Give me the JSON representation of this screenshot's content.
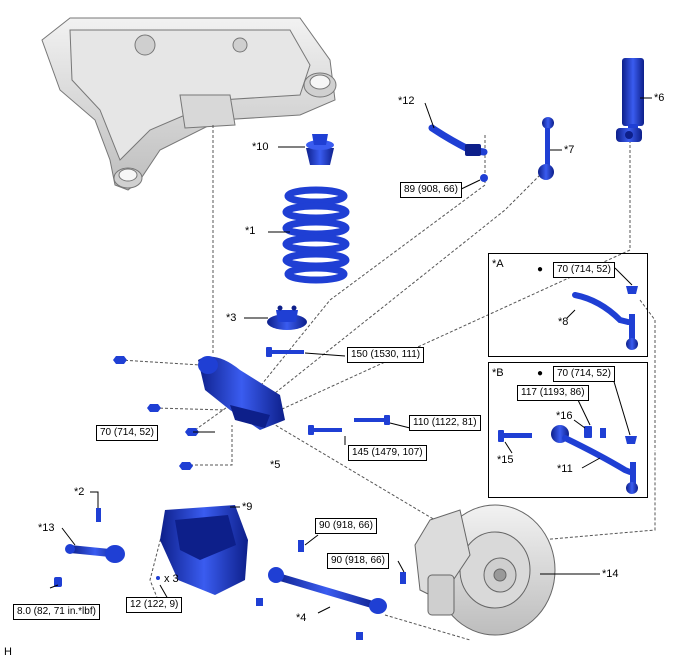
{
  "labels": {
    "p12": "*12",
    "p6": "*6",
    "p10": "*10",
    "p7": "*7",
    "p1": "*1",
    "p3": "*3",
    "p5": "*5",
    "p2": "*2",
    "p13": "*13",
    "p9": "*9",
    "p4": "*4",
    "p14": "*14",
    "pA": "*A",
    "pB": "*B",
    "p8": "*8",
    "p16": "*16",
    "p15": "*15",
    "p11": "*11",
    "x3": "x 3",
    "corner": "H"
  },
  "torques": {
    "t89": "89 (908, 66)",
    "tA70": "70 (714, 52)",
    "tB70": "70 (714, 52)",
    "tB117": "117 (1193, 86)",
    "t150": "150 (1530, 111)",
    "t110": "110 (1122, 81)",
    "t70": "70 (714, 52)",
    "t145": "145 (1479, 107)",
    "t90a": "90 (918, 66)",
    "t90b": "90 (918, 66)",
    "t8": "8.0 (82, 71 in.*lbf)",
    "t12": "12 (122, 9)"
  },
  "symbols": {
    "bullet": "●"
  },
  "colors": {
    "part": "#1f3fd4",
    "part_dark": "#0d1f8a",
    "frame": "#c8c8c8",
    "line": "#555555"
  }
}
